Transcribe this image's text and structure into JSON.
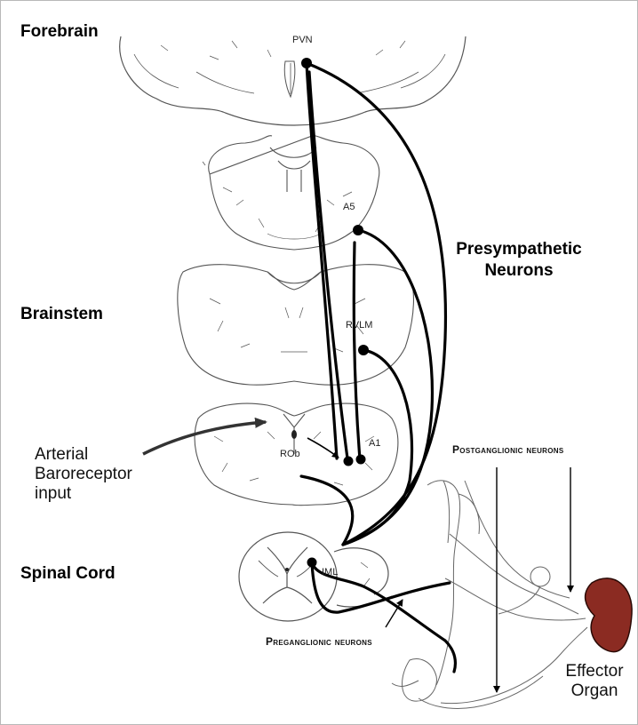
{
  "labels": {
    "forebrain": "Forebrain",
    "brainstem": "Brainstem",
    "spinal_cord": "Spinal Cord",
    "presympathetic_line1": "Presympathetic",
    "presympathetic_line2": "Neurons",
    "arterial_line1": "Arterial",
    "arterial_line2": "Baroreceptor",
    "arterial_line3": "input",
    "postganglionic": "Postganglionic neurons",
    "preganglionic": "Preganglionic neurons",
    "effector_line1": "Effector",
    "effector_line2": "Organ"
  },
  "nuclei": {
    "pvn": "PVN",
    "a5": "A5",
    "rvlm": "RVLM",
    "a1": "A1",
    "rob": "ROb",
    "iml": "IML"
  },
  "colors": {
    "pathway": "#000000",
    "outline": "#555555",
    "organ": "#8b2b22",
    "organ_edge": "#2a0a06"
  }
}
